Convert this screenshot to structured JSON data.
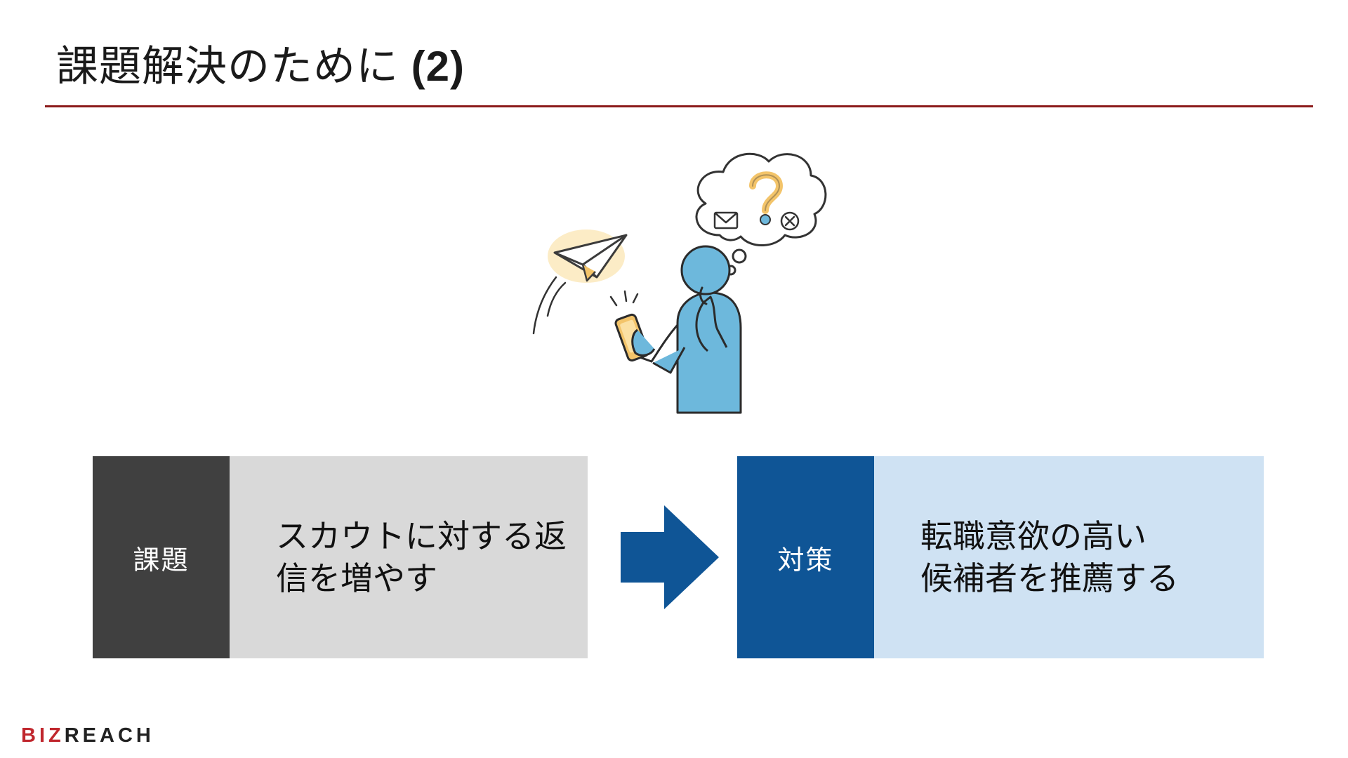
{
  "slide": {
    "title_main": "課題解決のために",
    "title_suffix": " (2)"
  },
  "issue": {
    "tag": "課題",
    "text": "スカウトに対する返\n信を増やす",
    "tag_color": "#404040",
    "body_color": "#d9d9d9"
  },
  "measure": {
    "tag": "対策",
    "text": "転職意欲の高い\n候補者を推薦する",
    "tag_color": "#0f5596",
    "body_color": "#cfe2f3"
  },
  "logo": {
    "red_part": "BIZ",
    "dark_part": "REAC",
    "dark_end": "H"
  },
  "colors": {
    "accent_rule": "#8b1a1a",
    "arrow": "#0f5596",
    "person": "#6db8dc",
    "plane": "#f3c46a"
  },
  "icons": {
    "arrow": "right-arrow-icon",
    "person": "person-with-phone-icon",
    "plane": "paper-plane-icon",
    "bubble": "thought-bubble-icon",
    "question": "question-mark-icon",
    "envelope": "envelope-icon",
    "close": "close-circle-icon"
  }
}
